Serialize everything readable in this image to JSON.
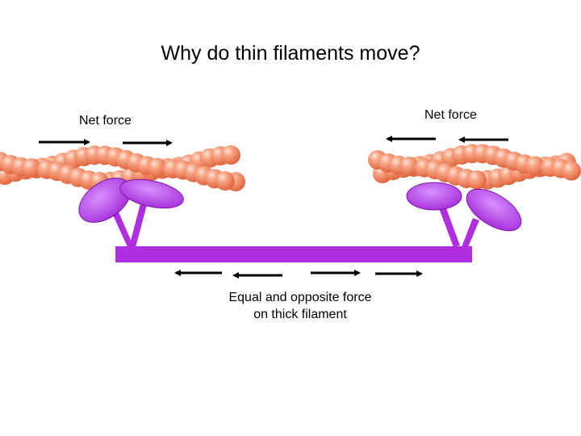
{
  "title": "Why do thin filaments move?",
  "labels": {
    "net_force_left": "Net force",
    "net_force_right": "Net force",
    "thick_force_line1": "Equal and opposite force",
    "thick_force_line2": "on thick filament"
  },
  "colors": {
    "actin_bead": "#f08a68",
    "actin_highlight": "#ffd8c8",
    "myosin": "#b12ee0",
    "myosin_head": "#c060f0",
    "arrow": "#000000"
  },
  "arrows": {
    "top_left": [
      "right",
      "right"
    ],
    "top_right": [
      "left",
      "left"
    ],
    "thick_filament": [
      "left",
      "left",
      "right",
      "right"
    ]
  },
  "icons": {
    "thin_filament_left": "actin-filament-icon",
    "thin_filament_right": "actin-filament-icon",
    "thick_filament": "myosin-thick-filament-icon"
  }
}
